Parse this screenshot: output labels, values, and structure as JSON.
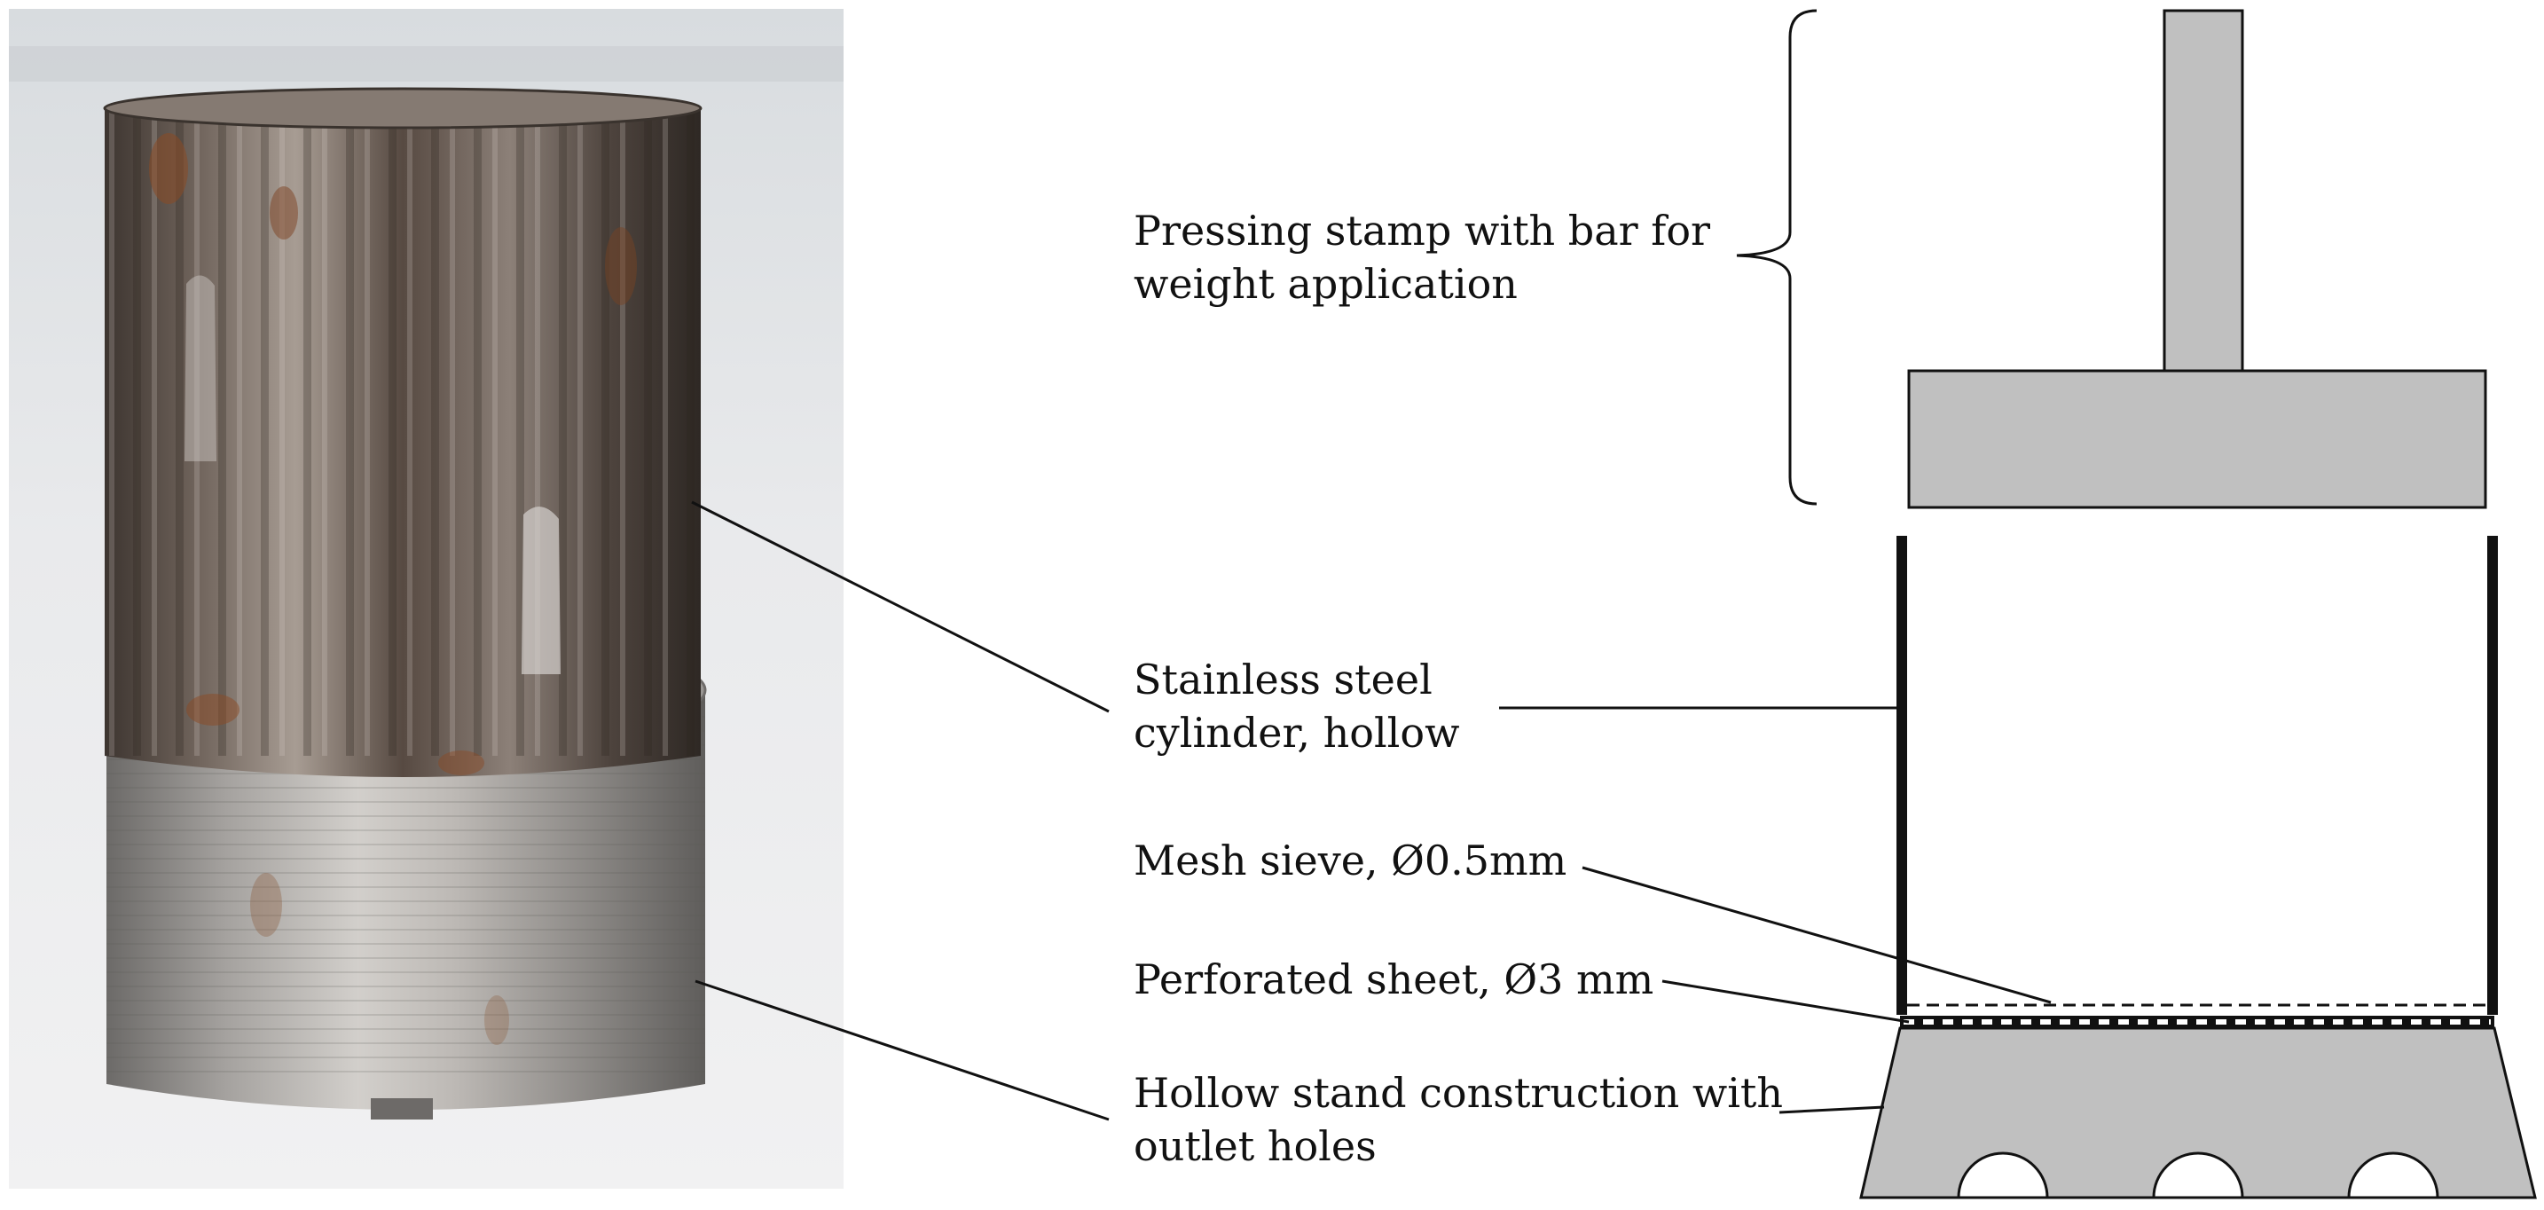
{
  "labels": {
    "pressing_stamp": "Pressing stamp with bar for\nweight application",
    "cylinder": "Stainless steel\ncylinder, hollow",
    "mesh_sieve": "Mesh sieve, Ø0.5mm",
    "perforated_sheet": "Perforated sheet, Ø3 mm",
    "hollow_stand": "Hollow stand construction with\noutlet holes"
  },
  "colors": {
    "part_fill": "#c0c0c0",
    "outline": "#111111",
    "background": "#ffffff"
  }
}
